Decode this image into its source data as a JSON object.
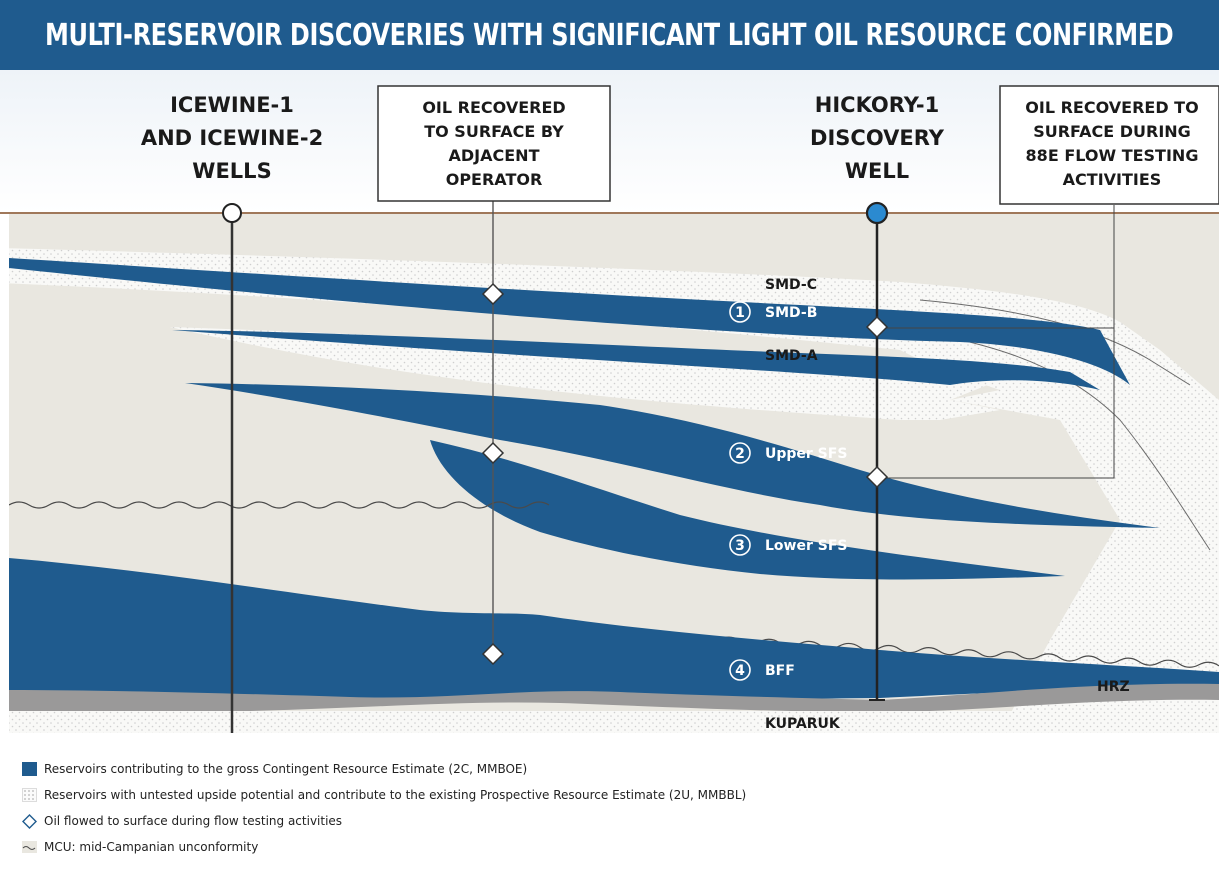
{
  "header": {
    "title": "MULTI-RESERVOIR DISCOVERIES WITH SIGNIFICANT LIGHT OIL RESOURCE CONFIRMED"
  },
  "wells": {
    "icewine": {
      "lines": [
        "ICEWINE-1",
        "AND ICEWINE-2",
        "WELLS"
      ]
    },
    "hickory": {
      "lines": [
        "HICKORY-1",
        "DISCOVERY",
        "WELL"
      ]
    }
  },
  "callouts": {
    "adjacent": {
      "lines": [
        "OIL RECOVERED",
        "TO SURFACE BY",
        "ADJACENT",
        "OPERATOR"
      ]
    },
    "flow_test": {
      "lines": [
        "OIL RECOVERED TO",
        "SURFACE DURING",
        "88E FLOW TESTING",
        "ACTIVITIES"
      ]
    }
  },
  "layers": {
    "smd_c": "SMD-C",
    "smd_b": {
      "num": "1",
      "name": "SMD-B"
    },
    "smd_a": "SMD-A",
    "upper_sfs": {
      "num": "2",
      "name": "Upper SFS"
    },
    "lower_sfs": {
      "num": "3",
      "name": "Lower SFS"
    },
    "bff": {
      "num": "4",
      "name": "BFF"
    },
    "hrz": "HRZ",
    "kuparuk": "KUPARUK"
  },
  "legend": {
    "items": [
      {
        "label": "Reservoirs contributing to the gross Contingent Resource Estimate (2C, MMBOE)",
        "icon": "solid-swatch"
      },
      {
        "label": "Reservoirs with untested upside potential and contribute to the existing Prospective Resource Estimate (2U, MMBBL)",
        "icon": "dotted-swatch"
      },
      {
        "label": "Oil flowed to surface during flow testing activities",
        "icon": "diamond-icon"
      },
      {
        "label": "MCU: mid-Campanian unconformity",
        "icon": "wave-icon"
      }
    ]
  },
  "colors": {
    "reservoir": "#1f5b8e",
    "background": "#e9e7e0",
    "ground": "#a0785a",
    "hrz": "#9a9999",
    "sky": "#ffffff"
  }
}
